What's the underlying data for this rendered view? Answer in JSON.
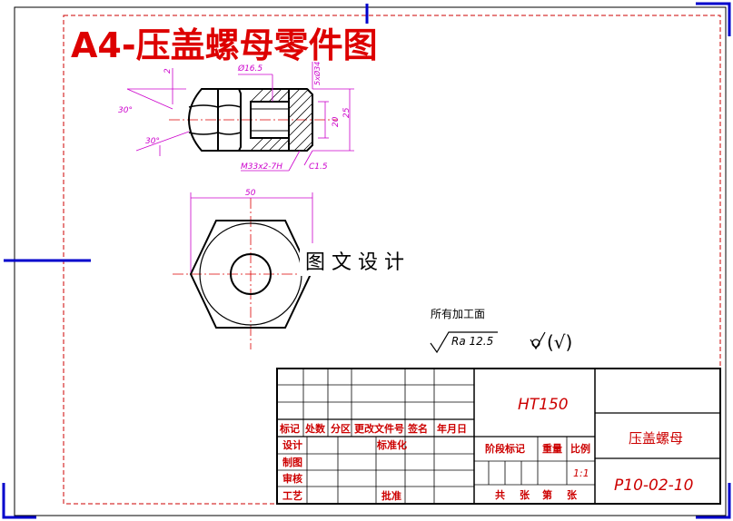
{
  "title": "A4-压盖螺母零件图",
  "watermark": "图 文 设 计",
  "colors": {
    "outline": "#000000",
    "border_dashed": "#cc0000",
    "title": "#dd0000",
    "dimension": "#cc00cc",
    "centerline": "#dd0000",
    "tick_mark": "#0000cc",
    "table_text": "#cc0000"
  },
  "dimensions": {
    "chamfer_top": "2",
    "angle_top": "30°",
    "angle_bottom": "30°",
    "bore_dia": "Ø16.5",
    "thread_dia": "5xØ34",
    "depth_20": "20",
    "height_25": "25",
    "thread_spec": "M33x2-7H",
    "chamfer_bottom": "C1.5",
    "width_50": "50"
  },
  "surface_note": {
    "label": "所有加工面",
    "roughness": "Ra 12.5",
    "other_symbol": "(√)"
  },
  "title_block": {
    "material": "HT150",
    "part_name": "压盖螺母",
    "drawing_no": "P10-02-10",
    "scale": "1:1",
    "headers": {
      "mark": "标记",
      "count": "处数",
      "zone": "分区",
      "change_doc": "更改文件号",
      "signature": "签名",
      "date": "年月日"
    },
    "roles": {
      "design": "设计",
      "standardize": "标准化",
      "draw": "制图",
      "review": "审核",
      "process": "工艺",
      "approve": "批准"
    },
    "stage_mark": "阶段标记",
    "weight": "重量",
    "ratio": "比例",
    "sheets": {
      "total": "共",
      "zhang1": "张",
      "nth": "第",
      "zhang2": "张"
    }
  }
}
